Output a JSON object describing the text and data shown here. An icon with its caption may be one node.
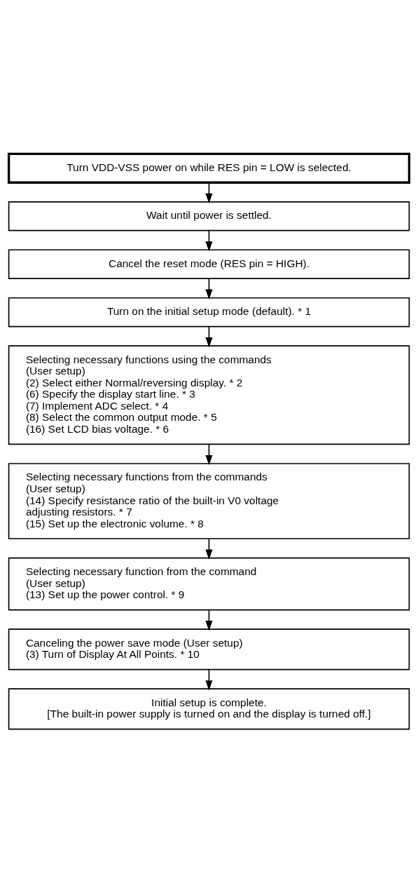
{
  "diagram": {
    "nodes": [
      {
        "text": [
          "Turn VDD-VSS power on while RES pin = LOW is selected."
        ]
      },
      {
        "text": [
          "Wait until power is settled."
        ]
      },
      {
        "text": [
          "Cancel the reset mode (RES pin = HIGH)."
        ]
      },
      {
        "text": [
          "Turn on the initial setup mode (default). * 1"
        ]
      },
      {
        "text": [
          "Selecting necessary functions using the commands",
          "(User setup)",
          "(2) Select either Normal/reversing display. * 2",
          "(6) Specify the display start line. * 3",
          "(7) Implement ADC select. * 4",
          "(8) Select the common output mode. * 5",
          "(16) Set LCD bias voltage. * 6"
        ]
      },
      {
        "text": [
          "Selecting necessary functions from the commands",
          "(User setup)",
          "(14) Specify resistance ratio of the built-in V0 voltage adjusting resistors. * 7",
          "(15) Set up the electronic volume. * 8"
        ]
      },
      {
        "text": [
          "Selecting necessary function from the command",
          "(User setup)",
          "(13) Set up the power control. * 9"
        ]
      },
      {
        "text": [
          "Canceling the power save mode (User setup)",
          "(3) Turn of Display At All Points. * 10"
        ]
      },
      {
        "text": [
          "Initial setup is complete.",
          "[The built-in power supply is turned on and the display is turned off.]"
        ]
      }
    ],
    "edges": [
      {
        "from": 0,
        "to": 1,
        "arrow": "to"
      },
      {
        "from": 1,
        "to": 2,
        "arrow": "to"
      },
      {
        "from": 2,
        "to": 3,
        "arrow": "to"
      },
      {
        "from": 3,
        "to": 4,
        "arrow": "to"
      },
      {
        "from": 4,
        "to": 5,
        "arrow": "to"
      },
      {
        "from": 5,
        "to": 6,
        "arrow": "to"
      },
      {
        "from": 6,
        "to": 7,
        "arrow": "to"
      },
      {
        "from": 7,
        "to": 8,
        "arrow": "to"
      }
    ]
  }
}
